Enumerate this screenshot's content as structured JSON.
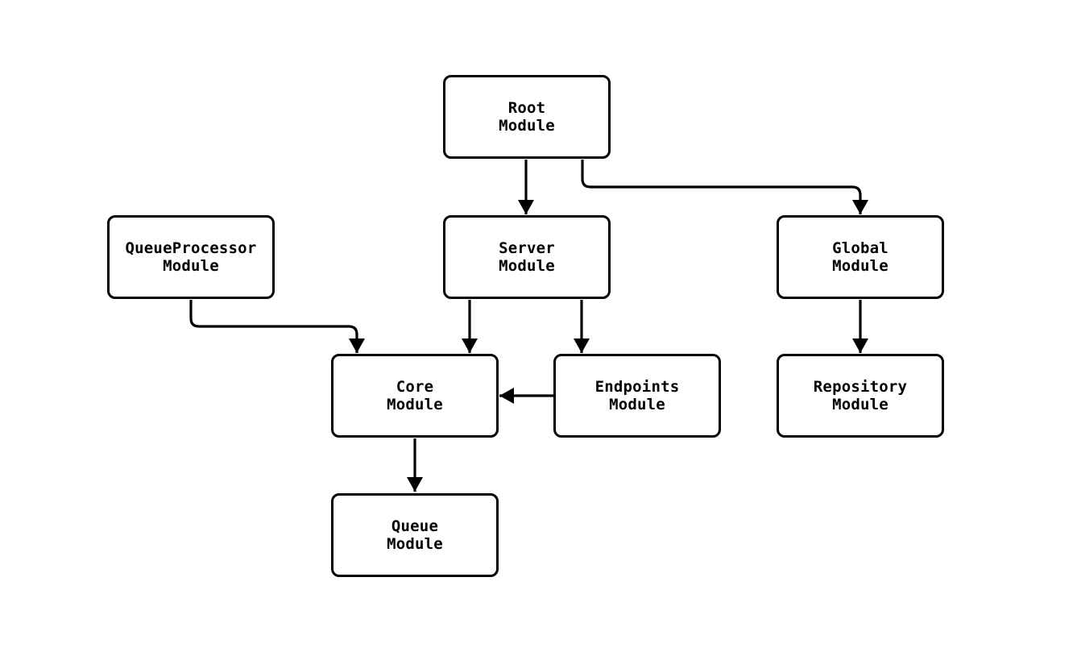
{
  "page": {
    "background_color": "#ffffff"
  },
  "diagram": {
    "type": "module-dependency-flowchart",
    "direction": "top-down",
    "line_color": "#000000",
    "node_fill_color": "#ffffff",
    "node_border_color": "#000000",
    "text_color": "#000000",
    "nodes": [
      {
        "id": "root",
        "lines": [
          "Root",
          "Module"
        ]
      },
      {
        "id": "queueprocessor",
        "lines": [
          "QueueProcessor",
          "Module"
        ]
      },
      {
        "id": "server",
        "lines": [
          "Server",
          "Module"
        ]
      },
      {
        "id": "global",
        "lines": [
          "Global",
          "Module"
        ]
      },
      {
        "id": "core",
        "lines": [
          "Core",
          "Module"
        ]
      },
      {
        "id": "endpoints",
        "lines": [
          "Endpoints",
          "Module"
        ]
      },
      {
        "id": "repository",
        "lines": [
          "Repository",
          "Module"
        ]
      },
      {
        "id": "queue",
        "lines": [
          "Queue",
          "Module"
        ]
      }
    ],
    "edges": [
      {
        "from": "root",
        "to": "server"
      },
      {
        "from": "root",
        "to": "global"
      },
      {
        "from": "queueprocessor",
        "to": "core"
      },
      {
        "from": "server",
        "to": "core"
      },
      {
        "from": "server",
        "to": "endpoints"
      },
      {
        "from": "endpoints",
        "to": "core"
      },
      {
        "from": "global",
        "to": "repository"
      },
      {
        "from": "core",
        "to": "queue"
      }
    ]
  }
}
